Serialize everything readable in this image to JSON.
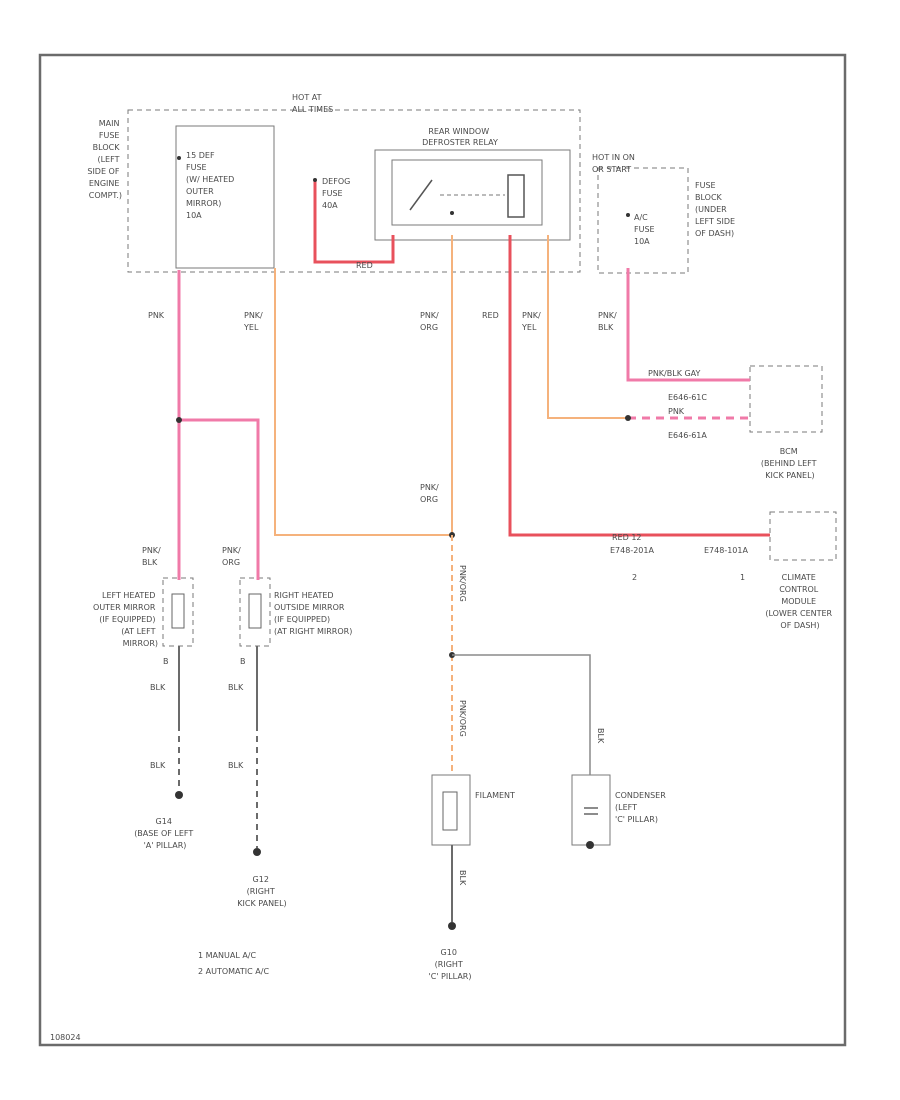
{
  "labels": {
    "main_fuse_block": [
      "MAIN",
      "FUSE",
      "BLOCK",
      "(LEFT",
      "SIDE OF",
      "ENGINE",
      "COMPT.)"
    ],
    "hot_at_all_times": [
      "HOT AT",
      "ALL TIMES"
    ],
    "relay_title": [
      "REAR WINDOW",
      "DEFROSTER RELAY"
    ],
    "fuse_heated": [
      "15 DEF",
      "FUSE",
      "(W/ HEATED",
      "OUTER",
      "MIRROR)",
      "10A"
    ],
    "defrost_fuse": [
      "DEFOG",
      "FUSE",
      "40A"
    ],
    "red_relay": "RED",
    "hot_run_start": [
      "HOT IN ON",
      "OR START"
    ],
    "fuse_block_under": [
      "FUSE",
      "BLOCK",
      "(UNDER",
      "LEFT SIDE",
      "OF DASH)"
    ],
    "ac_fuse": [
      "A/C",
      "FUSE",
      "10A"
    ],
    "w_pnk": "PNK",
    "w_pnk_yel": [
      "PNK/",
      "YEL"
    ],
    "w_pnk_org": [
      "PNK/",
      "ORG"
    ],
    "w_red": "RED",
    "w_pnk_yel_2": [
      "PNK/",
      "YEL"
    ],
    "w_pnk_blk": [
      "PNK/",
      "BLK"
    ],
    "bcm_row1": "PNK/BLK  GAY",
    "bcm_conn1": "E646-61C",
    "bcm_row2": "PNK",
    "bcm_conn2": "E646-61A",
    "bcm": [
      "BCM",
      "(BEHIND LEFT",
      "KICK PANEL)"
    ],
    "w_pnk_org_2": [
      "PNK/",
      "ORG"
    ],
    "ccm_wire": "RED   12",
    "ccm_conn1": "E748-201A",
    "ccm_conn2": "E748-101A",
    "ccm_num1": "2",
    "ccm_num2": "1",
    "climate_module": [
      "CLIMATE",
      "CONTROL",
      "MODULE",
      "(LOWER CENTER",
      "OF DASH)"
    ],
    "w_pnk_blk_l": [
      "PNK/",
      "BLK"
    ],
    "w_pnk_org_r": [
      "PNK/",
      "ORG"
    ],
    "left_mirror": [
      "LEFT HEATED",
      "OUTER MIRROR",
      "(IF EQUIPPED)",
      "(AT LEFT",
      "MIRROR)"
    ],
    "right_mirror": [
      "RIGHT HEATED",
      "OUTSIDE MIRROR",
      "(IF EQUIPPED)",
      "(AT RIGHT MIRROR)"
    ],
    "pin_b_l": "B",
    "pin_b_r": "B",
    "w_blk_1": "BLK",
    "w_blk_2": "BLK",
    "w_blk_3": "BLK",
    "w_blk_4": "BLK",
    "w_pnk_org_v1": "PNK/ORG",
    "w_pnk_org_v2": "PNK/ORG",
    "w_blk_v": "BLK",
    "w_blk_v2": "BLK",
    "filament": "FILAMENT",
    "condenser": [
      "CONDENSER",
      "(LEFT",
      "'C' PILLAR)"
    ],
    "g14": [
      "G14",
      "(BASE OF LEFT",
      "'A' PILLAR)"
    ],
    "g12": [
      "G12",
      "(RIGHT",
      "KICK PANEL)"
    ],
    "g10": [
      "G10",
      "(RIGHT",
      "'C' PILLAR)"
    ],
    "legend": [
      "1  MANUAL A/C",
      "2  AUTOMATIC A/C"
    ],
    "corner_code": "108024"
  }
}
